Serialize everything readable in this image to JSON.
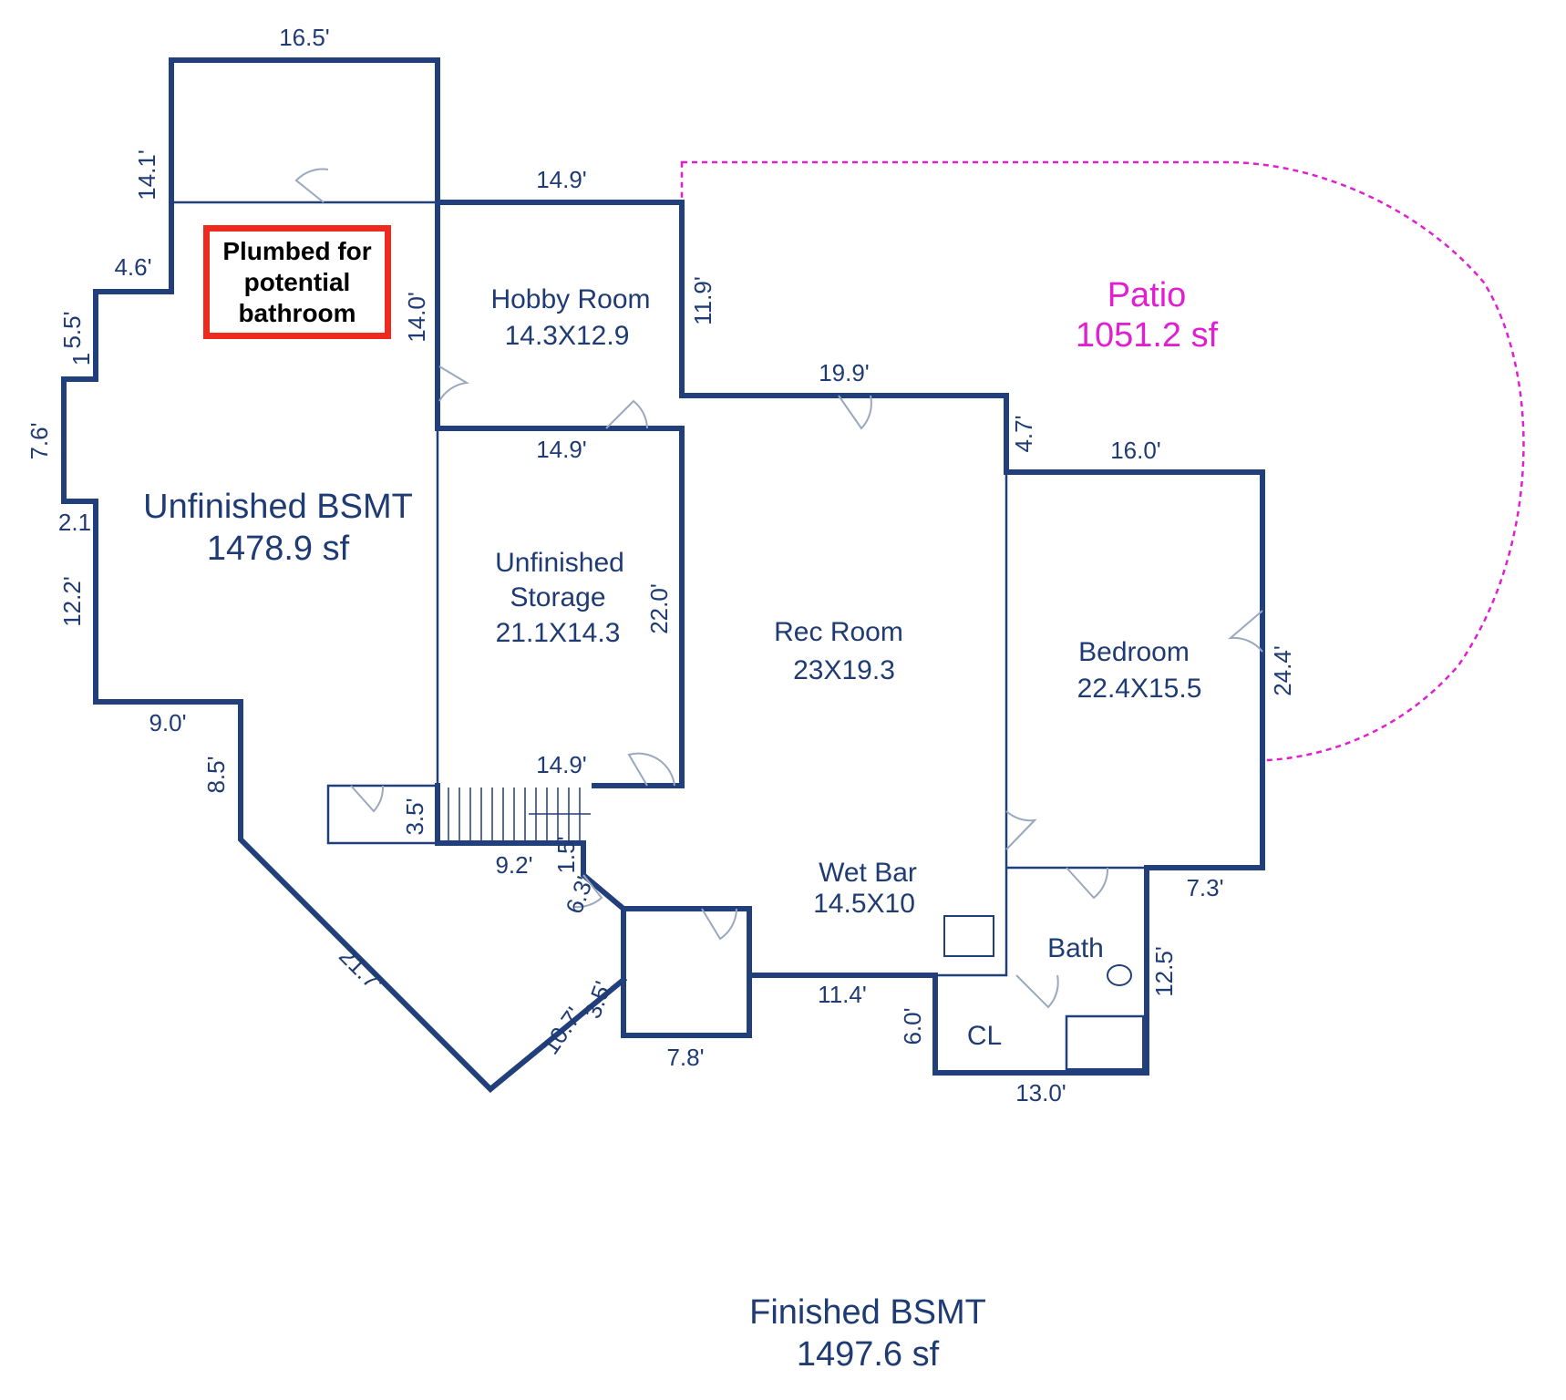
{
  "note": {
    "text": "Plumbed for\npotential\nbathroom"
  },
  "areas": {
    "unfinished": {
      "name": "Unfinished BSMT",
      "sf": "1478.9 sf"
    },
    "finished": {
      "name": "Finished BSMT",
      "sf": "1497.6 sf"
    },
    "patio": {
      "name": "Patio",
      "sf": "1051.2 sf"
    }
  },
  "rooms": {
    "hobby": {
      "name": "Hobby Room",
      "size": "14.3X12.9"
    },
    "storage": {
      "line1": "Unfinished",
      "line2": "Storage",
      "size": "21.1X14.3"
    },
    "rec": {
      "name": "Rec Room",
      "size": "23X19.3"
    },
    "bedroom": {
      "name": "Bedroom",
      "size": "22.4X15.5"
    },
    "wetbar": {
      "name": "Wet Bar",
      "size": "14.5X10"
    },
    "bath": {
      "name": "Bath"
    },
    "closet": {
      "name": "CL"
    }
  },
  "dims": {
    "top": "16.5'",
    "left_upper": "14.1'",
    "hobby_top": "14.9'",
    "hobby_right": "11.9'",
    "step_46": "4.6'",
    "wall_140": "14.0'",
    "left_55": "5.5'",
    "left_1": "1",
    "left_76": "7.6'",
    "left_21": "2.1",
    "left_122": "12.2'",
    "storage_top": "14.9'",
    "storage_right": "22.0'",
    "storage_bottom": "14.9'",
    "rec_top": "19.9'",
    "step_47": "4.7'",
    "bed_top": "16.0'",
    "bed_right": "24.4'",
    "bed_bottom": "7.3'",
    "bath_right": "12.5'",
    "bath_bottom": "13.0'",
    "cl_left": "6.0'",
    "wetbar_bottom": "11.4'",
    "box_bottom": "7.8'",
    "diag_107": "10.7'",
    "box_35": "3.5'",
    "diag_217": "21.7'",
    "left_85": "8.5'",
    "left_90": "9.0'",
    "stair_35": "3.5'",
    "stair_92": "9.2'",
    "stair_15": "1.5'",
    "stair_63": "6.3'"
  }
}
